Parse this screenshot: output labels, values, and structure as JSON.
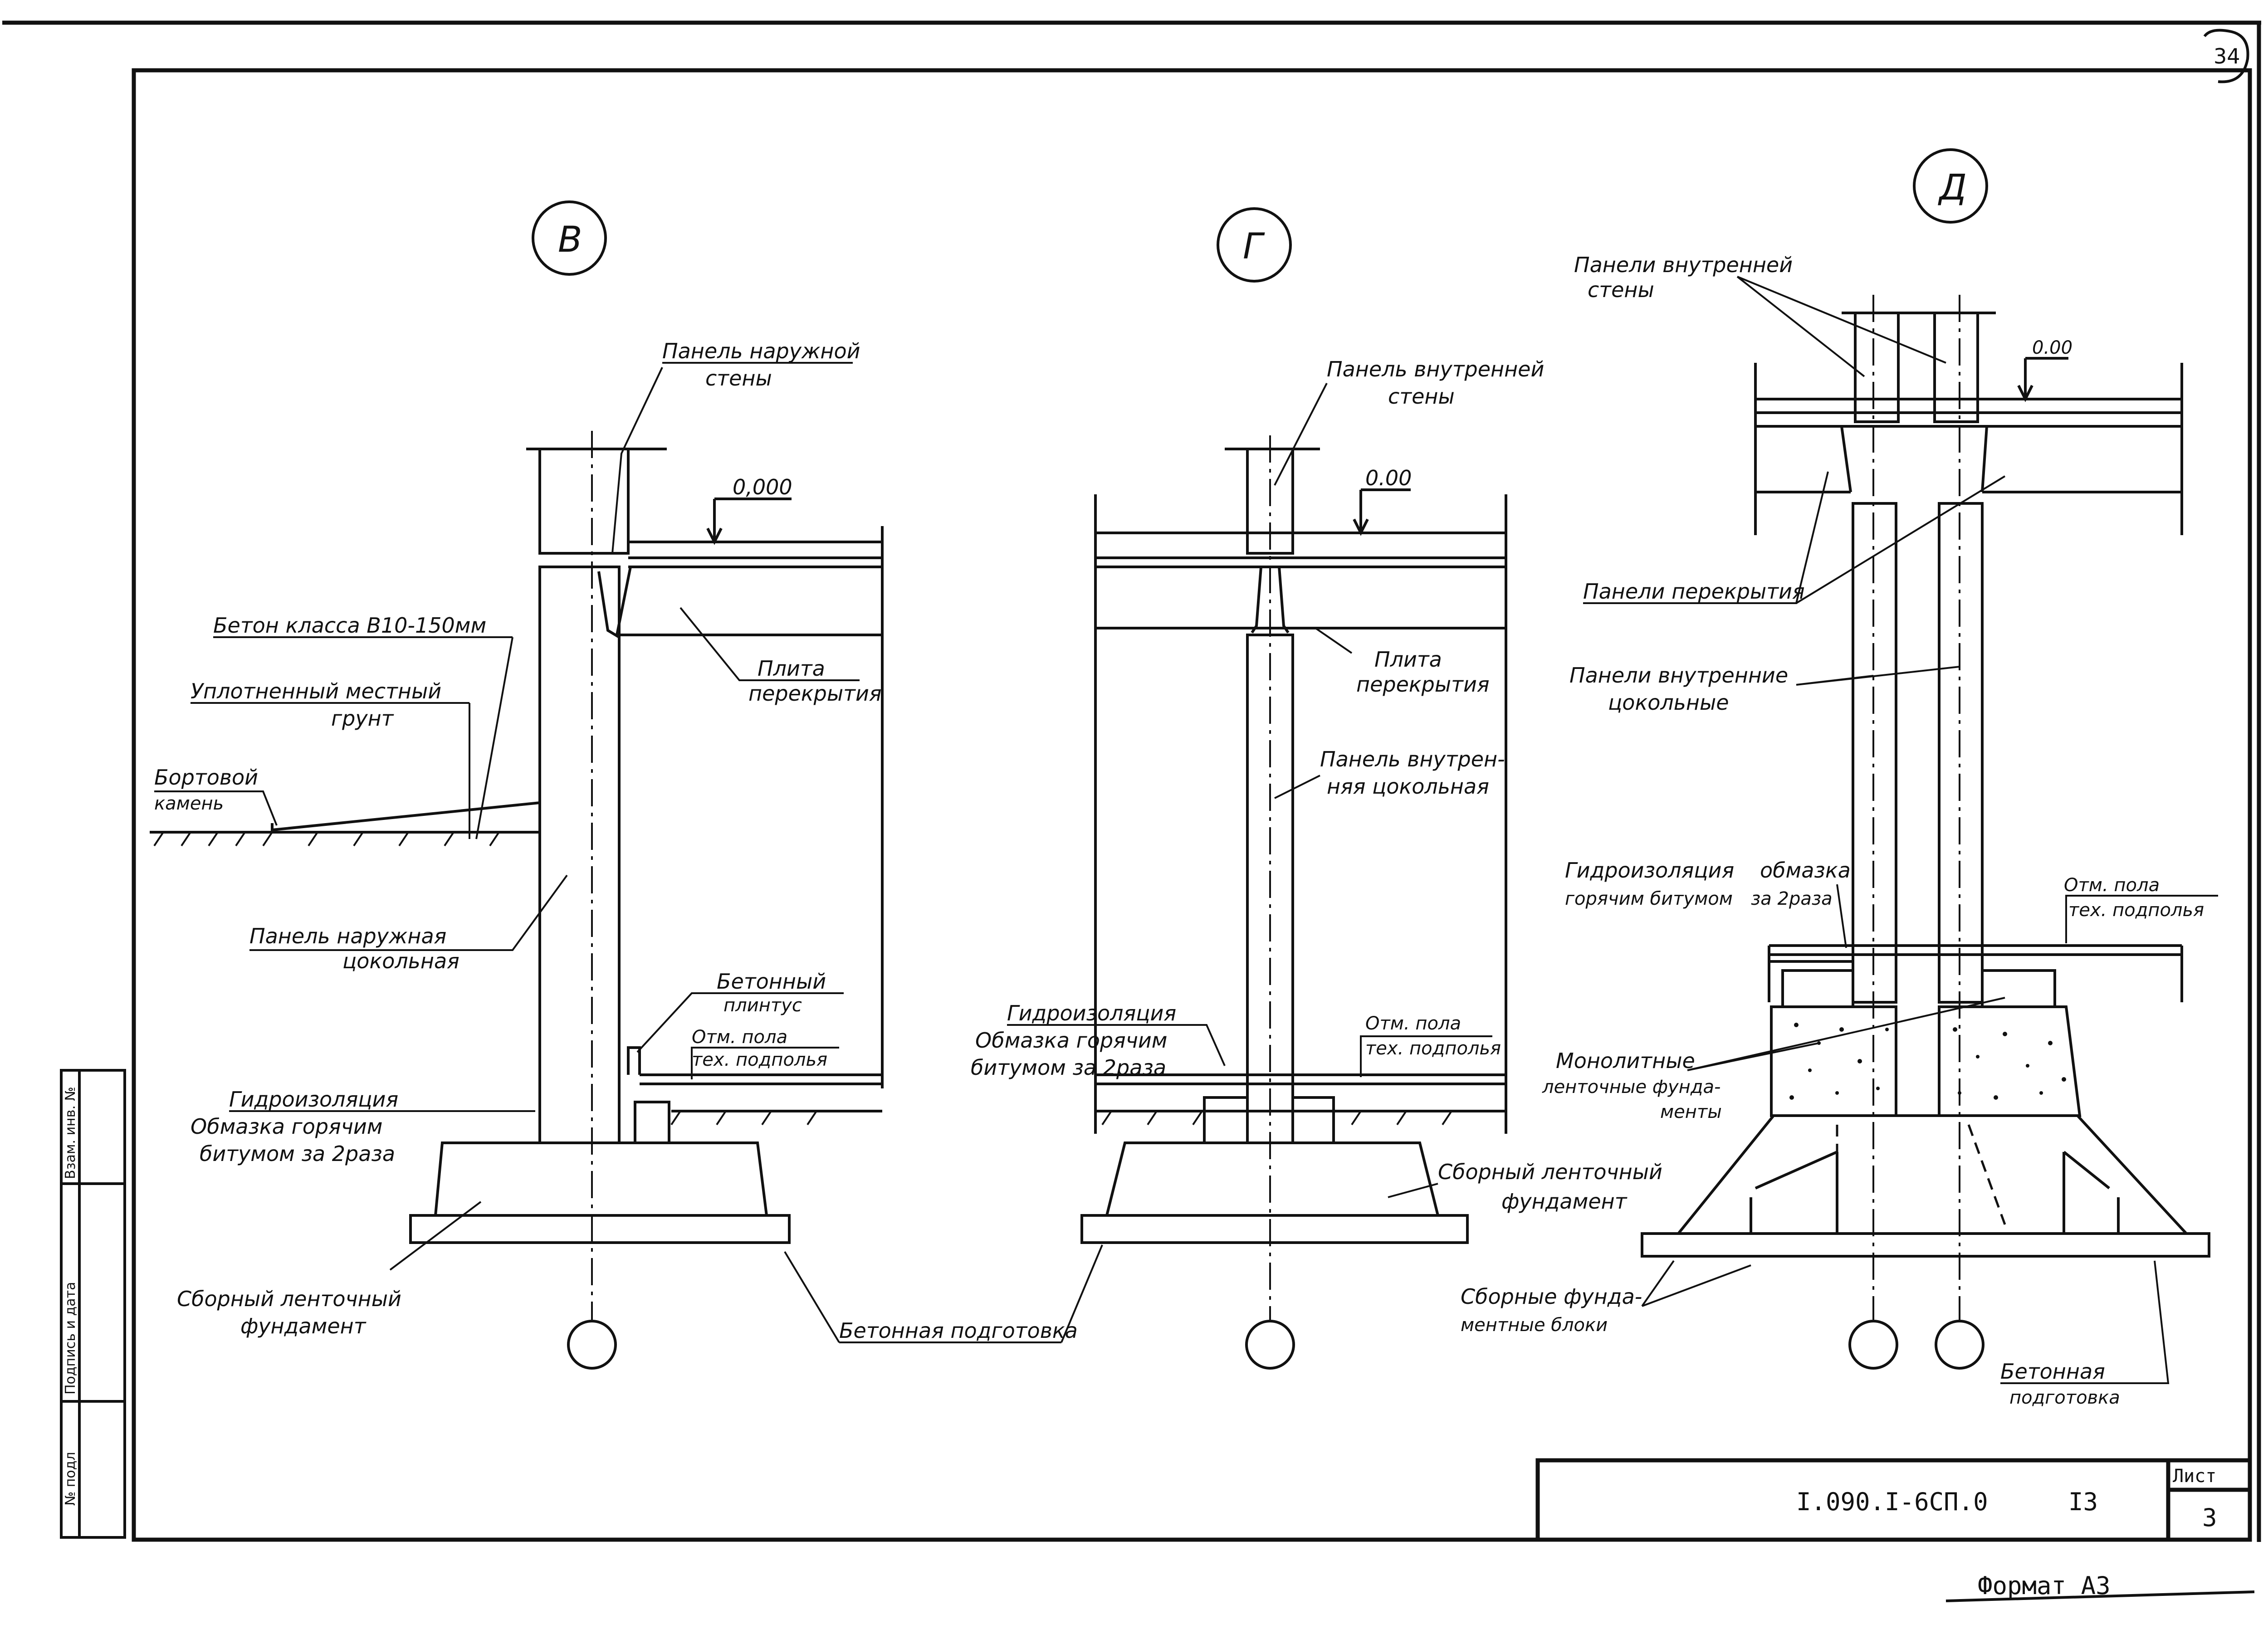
{
  "sheet": {
    "page_number": "34",
    "doc_code": "I.090.I-6СП.0",
    "sheet_number": "I3",
    "sheet_header": "Лист",
    "sheet_count": "3",
    "format": "Формат А3",
    "side_labels": [
      "Взам. инв. №",
      "Подпись и дата",
      "№ подл"
    ]
  },
  "section_v": {
    "marker": "В",
    "panel_outer_wall": [
      "Панель наружной",
      "стены"
    ],
    "level": "0,000",
    "concrete_class": "Бетон класса В10-150мм",
    "compacted_soil": [
      "Уплотненный местный",
      "грунт"
    ],
    "curb_stone": [
      "Бортовой",
      "камень"
    ],
    "floor_slab": [
      "Плита",
      "перекрытия"
    ],
    "outer_plinth_panel": [
      "Панель наружная",
      "цокольная"
    ],
    "concrete_skirting": [
      "Бетонный",
      "плинтус"
    ],
    "floor_level": [
      "Отм. пола",
      "тех. подполья"
    ],
    "waterproofing": [
      "Гидроизоляция",
      "Обмазка горячим",
      "битумом за 2раза"
    ],
    "strip_foundation": [
      "Сборный ленточный",
      "фундамент"
    ],
    "concrete_prep": "Бетонная подготовка"
  },
  "section_g": {
    "marker": "Г",
    "panel_inner_wall": [
      "Панель внутренней",
      "стены"
    ],
    "level": "0.00",
    "floor_slab": [
      "Плита",
      "перекрытия"
    ],
    "inner_plinth_panel": [
      "Панель внутрен-",
      "няя цокольная"
    ],
    "waterproofing": [
      "Гидроизоляция",
      "Обмазка горячим",
      "битумом за 2раза"
    ],
    "floor_level": [
      "Отм. пола",
      "тех. подполья"
    ],
    "strip_foundation": [
      "Сборный ленточный",
      "фундамент"
    ]
  },
  "section_d": {
    "marker": "Д",
    "inner_wall_panels": [
      "Панели внутренней",
      "стены"
    ],
    "level": "0.00",
    "floor_panels": "Панели перекрытия",
    "inner_plinth_panels": [
      "Панели внутренние",
      "цокольные"
    ],
    "waterproofing": [
      "Гидроизоляция",
      "горячим битумом"
    ],
    "coating": [
      "обмазка",
      "за 2раза"
    ],
    "floor_level": [
      "Отм. пола",
      "тех. подполья"
    ],
    "monolithic": [
      "Монолитные",
      "ленточные фунда-",
      "менты"
    ],
    "precast_blocks": [
      "Сборные фунда-",
      "ментные блоки"
    ],
    "concrete_prep": [
      "Бетонная",
      "подготовка"
    ]
  }
}
